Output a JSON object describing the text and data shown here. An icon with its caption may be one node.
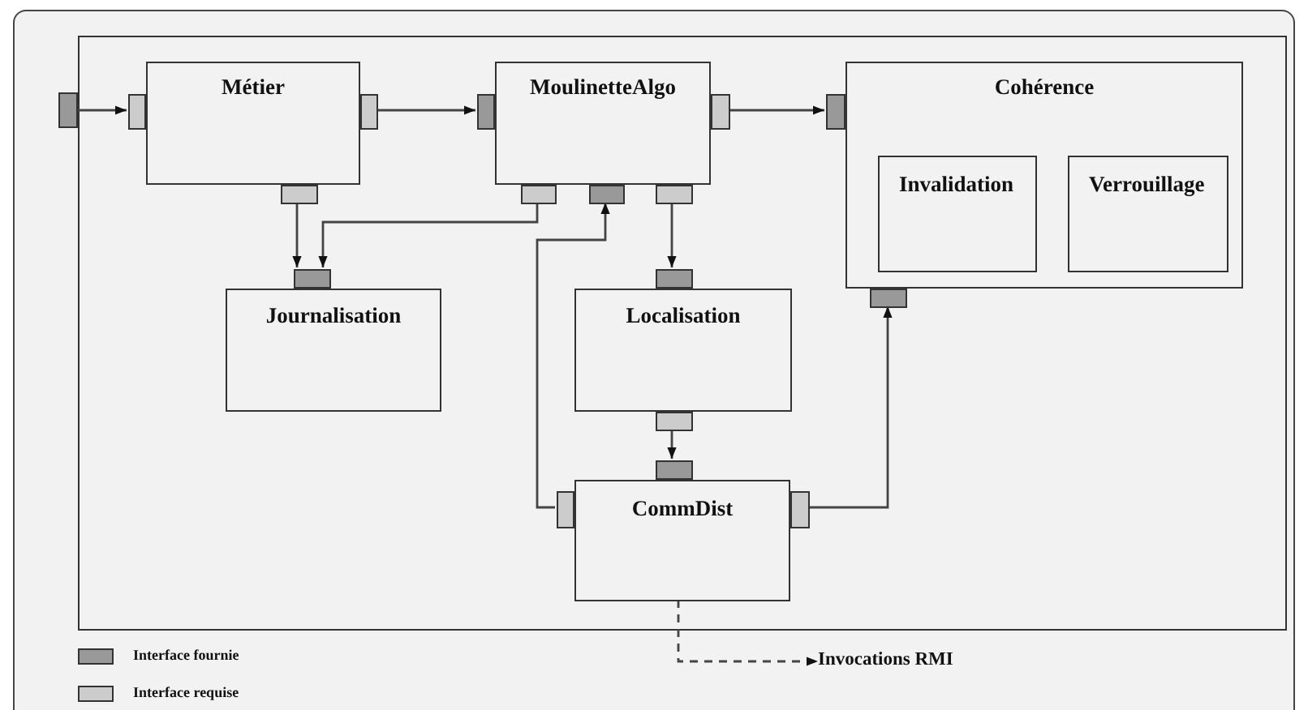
{
  "diagram": {
    "nodes": [
      {
        "text": [],
        "shape": "box"
      },
      {
        "text": [],
        "shape": "box"
      },
      {
        "text": [
          "Métier"
        ],
        "in": 0
      },
      {
        "text": [],
        "shape": "box",
        "in": 0
      },
      {
        "text": [],
        "shape": "box",
        "in": 0
      },
      {
        "text": [],
        "shape": "box",
        "in": 0
      },
      {
        "text": [
          "MoulinetteAlgo"
        ],
        "in": 0
      },
      {
        "text": [],
        "shape": "box",
        "in": 0
      },
      {
        "text": [],
        "shape": "box",
        "in": 0
      },
      {
        "text": [],
        "shape": "box",
        "in": 0
      },
      {
        "text": [],
        "shape": "box",
        "in": 0
      },
      {
        "text": [],
        "shape": "box",
        "in": 0
      },
      {
        "text": [
          "Cohérence"
        ],
        "in": 0
      },
      {
        "text": [],
        "shape": "box",
        "in": 0
      },
      {
        "text": [
          "Invalidation"
        ],
        "in": 12
      },
      {
        "text": [
          "Verrouillage"
        ],
        "in": 12
      },
      {
        "text": [],
        "shape": "box",
        "in": 0
      },
      {
        "text": [
          "Journalisation"
        ],
        "in": 0
      },
      {
        "text": [],
        "shape": "box",
        "in": 0
      },
      {
        "text": [
          "Localisation"
        ],
        "in": 0
      },
      {
        "text": [],
        "shape": "box",
        "in": 0
      },
      {
        "text": [],
        "shape": "box",
        "in": 0
      },
      {
        "text": [
          "CommDist"
        ],
        "in": 0
      },
      {
        "text": [],
        "shape": "box",
        "in": 0
      },
      {
        "text": [],
        "shape": "box",
        "in": 0
      },
      {
        "text": [],
        "shape": "box",
        "in": 0
      },
      {
        "text": [
          "Invocations RMI"
        ]
      }
    ],
    "edges": [
      {
        "from": 1,
        "to": 3,
        "arrow": "to"
      },
      {
        "from": 4,
        "to": 7,
        "arrow": "to"
      },
      {
        "from": 8,
        "to": 13,
        "arrow": "to"
      },
      {
        "from": 5,
        "to": 18,
        "arrow": "to"
      },
      {
        "from": 9,
        "to": 18,
        "arrow": "to"
      },
      {
        "from": 11,
        "to": 20,
        "arrow": "to"
      },
      {
        "from": 24,
        "to": 10,
        "arrow": "to"
      },
      {
        "from": 21,
        "to": 23,
        "arrow": "to"
      },
      {
        "from": 25,
        "to": 16,
        "arrow": "to"
      },
      {
        "from": 22,
        "to": 26,
        "arrow": "to",
        "style": "dashed"
      }
    ],
    "legend": [
      {
        "text": "Interface fournie",
        "color": "#999999"
      },
      {
        "text": "Interface requise",
        "color": "#cccccc"
      }
    ]
  }
}
